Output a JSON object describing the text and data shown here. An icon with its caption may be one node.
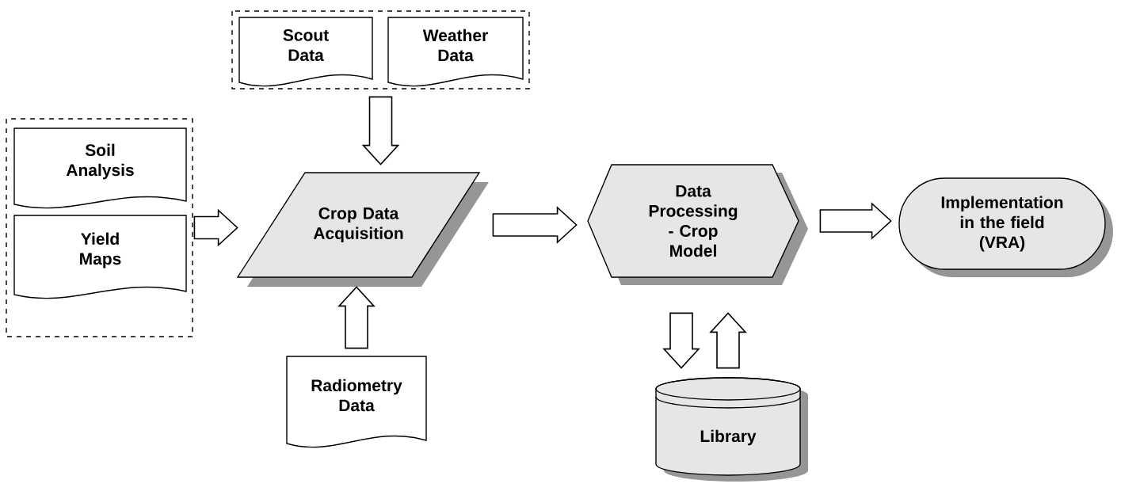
{
  "diagram": {
    "nodes": [
      {
        "text": [],
        "shape": "box"
      },
      {
        "text": [
          "Scout Data"
        ],
        "in": 0
      },
      {
        "text": [
          "Weather Data"
        ],
        "in": 0
      },
      {
        "text": [],
        "shape": "box"
      },
      {
        "text": [
          "Soil Analysis"
        ],
        "in": 3
      },
      {
        "text": [
          "Yield Maps"
        ],
        "in": 3
      },
      {
        "text": [
          "Crop Data Acquisition"
        ]
      },
      {
        "text": [
          "Data Processing - Crop Model"
        ]
      },
      {
        "text": [
          "Implementation in the field (VRA)"
        ]
      },
      {
        "text": [
          "Radiometry Data"
        ]
      },
      {
        "text": [
          "Library"
        ]
      }
    ],
    "edges": [
      {
        "from": 0,
        "to": 6,
        "arrow": "to"
      },
      {
        "from": 3,
        "to": 6,
        "arrow": "to"
      },
      {
        "from": 9,
        "to": 6,
        "arrow": "to"
      },
      {
        "from": 6,
        "to": 7,
        "arrow": "to"
      },
      {
        "from": 7,
        "to": 8,
        "arrow": "to"
      },
      {
        "from": 7,
        "to": 10,
        "arrow": "to"
      },
      {
        "from": 10,
        "to": 7,
        "arrow": "to"
      }
    ]
  }
}
